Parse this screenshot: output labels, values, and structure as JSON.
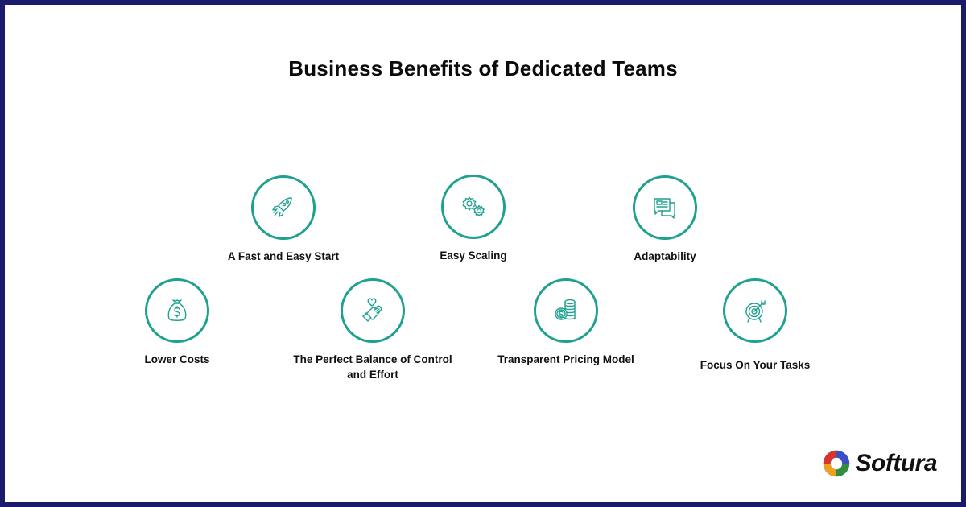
{
  "title": "Business Benefits of Dedicated Teams",
  "colors": {
    "frame": "#1b1a6b",
    "accent": "#1fa18f",
    "text": "#111111",
    "background": "#ffffff"
  },
  "benefits": [
    {
      "label": "A Fast and Easy Start",
      "icon": "rocket-icon"
    },
    {
      "label": "Easy Scaling",
      "icon": "gears-icon"
    },
    {
      "label": "Adaptability",
      "icon": "chat-bubbles-icon"
    },
    {
      "label": "Lower Costs",
      "icon": "money-bag-icon"
    },
    {
      "label": "The Perfect Balance of Control and Effort",
      "icon": "hand-heart-icon"
    },
    {
      "label": "Transparent Pricing Model",
      "icon": "coins-icon"
    },
    {
      "label": "Focus On Your Tasks",
      "icon": "target-icon"
    }
  ],
  "brand": {
    "name": "Softura",
    "icon": "softura-logo-icon"
  }
}
